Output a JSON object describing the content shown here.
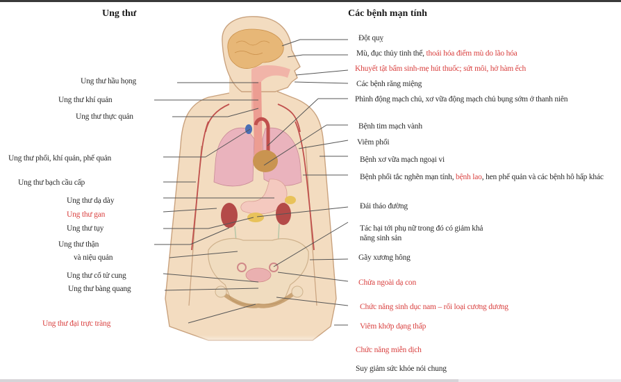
{
  "colors": {
    "text": "#2a2a2a",
    "highlight_red": "#d9403f",
    "skin": "#f3dcc0",
    "skin_outline": "#c9a27e",
    "lung": "#eab3bd",
    "artery": "#c0504d",
    "brain": "#e7b777",
    "leader_line": "#555555"
  },
  "headings": {
    "left": "Ung thư",
    "right": "Các bệnh mạn tính"
  },
  "cancers": [
    {
      "label": "Ung thư hầu họng",
      "highlight": false
    },
    {
      "label": "Ung thư khí quản",
      "highlight": false
    },
    {
      "label": "Ung thư thực quản",
      "highlight": false
    },
    {
      "label": "Ung thư phổi, khí quản, phế quản",
      "highlight": false
    },
    {
      "label": "Ung thư bạch cầu cấp",
      "highlight": false
    },
    {
      "label": "Ung thư dạ dày",
      "highlight": false
    },
    {
      "label": "Ung thư gan",
      "highlight": true
    },
    {
      "label": "Ung thư tụy",
      "highlight": false
    },
    {
      "label": "Ung thư thận",
      "highlight": false
    },
    {
      "label": "và niệu quản",
      "highlight": false
    },
    {
      "label": "Ung thư cổ tử cung",
      "highlight": false
    },
    {
      "label": "Ung thư bàng quang",
      "highlight": false
    },
    {
      "label": "Ung thư đại trực tràng",
      "highlight": true
    }
  ],
  "chronic": [
    {
      "parts": [
        {
          "text": "Đột quỵ",
          "highlight": false
        }
      ]
    },
    {
      "parts": [
        {
          "text": "Mù, đục thủy tinh thể, ",
          "highlight": false
        },
        {
          "text": "thoái hóa điểm mù do lão hóa",
          "highlight": true
        }
      ]
    },
    {
      "parts": [
        {
          "text": "Khuyết tật bẩm sinh-mẹ hút thuốc; sứt môi, hở hàm ếch",
          "highlight": true
        }
      ]
    },
    {
      "parts": [
        {
          "text": "Các bệnh răng miệng",
          "highlight": false
        }
      ]
    },
    {
      "parts": [
        {
          "text": "Phình động mạch chủ, xơ vữa động mạch chủ bụng sớm ở thanh niên",
          "highlight": false
        }
      ]
    },
    {
      "parts": [
        {
          "text": "Bệnh tim mạch vành",
          "highlight": false
        }
      ]
    },
    {
      "parts": [
        {
          "text": "Viêm phổi",
          "highlight": false
        }
      ]
    },
    {
      "parts": [
        {
          "text": "Bệnh xơ vữa mạch ngoại vi",
          "highlight": false
        }
      ]
    },
    {
      "parts": [
        {
          "text": "Bệnh phổi tắc nghẽn mạn tính, ",
          "highlight": false
        },
        {
          "text": "bệnh lao",
          "highlight": true
        },
        {
          "text": ", hen phế quản và các bệnh hô hấp khác",
          "highlight": false
        }
      ]
    },
    {
      "parts": [
        {
          "text": "Đái tháo đường",
          "highlight": false
        }
      ]
    },
    {
      "parts": [
        {
          "text": "Tác hại tới phụ nữ trong đó có giảm khả năng sinh sản",
          "highlight": false
        }
      ]
    },
    {
      "parts": [
        {
          "text": "Gãy xương hông",
          "highlight": false
        }
      ]
    },
    {
      "parts": [
        {
          "text": "Chửa ngoài dạ con",
          "highlight": true
        }
      ]
    },
    {
      "parts": [
        {
          "text": "Chức năng sinh dục nam – rối loại cương dương",
          "highlight": true
        }
      ]
    },
    {
      "parts": [
        {
          "text": "Viêm khớp dạng thấp",
          "highlight": true
        }
      ]
    },
    {
      "parts": [
        {
          "text": "Chức năng miễn dịch",
          "highlight": true
        }
      ]
    },
    {
      "parts": [
        {
          "text": "Suy giảm sức khỏe nói chung",
          "highlight": false
        }
      ]
    }
  ]
}
